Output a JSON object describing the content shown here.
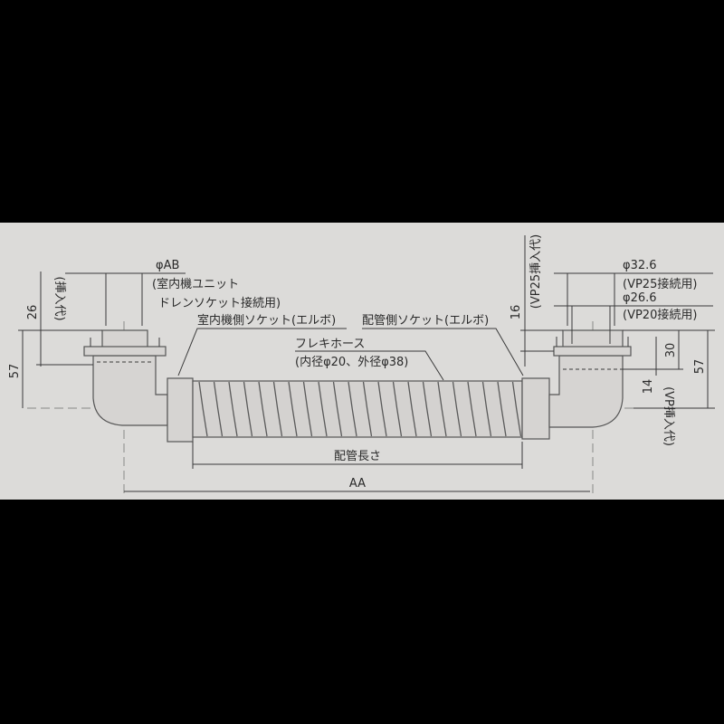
{
  "colors": {
    "background": "#000000",
    "panel": "#dcdbd9",
    "line": "#3a3a3a"
  },
  "left": {
    "dim_57": "57",
    "dim_26": "26",
    "insertion_label": "(挿入代)",
    "diameter": "φAB",
    "unit_note_1": "(室内機ユニット",
    "unit_note_2": "ドレンソケット接続用)",
    "socket_label": "室内機側ソケット(エルボ)"
  },
  "center": {
    "hose_label": "フレキホース",
    "hose_spec": "(内径φ20、外径φ38)",
    "pipe_length": "配管長さ",
    "total_length": "AA",
    "pipe_socket_label": "配管側ソケット(エルボ)"
  },
  "right": {
    "dim_16": "16",
    "vp25_insertion": "(VP25挿入代)",
    "diameter_1": "φ32.6",
    "vp25_note": "(VP25接続用)",
    "diameter_2": "φ26.6",
    "vp20_note": "(VP20接続用)",
    "dim_30": "30",
    "dim_14": "14",
    "vp_insertion": "(VP挿入代)",
    "dim_57": "57"
  }
}
